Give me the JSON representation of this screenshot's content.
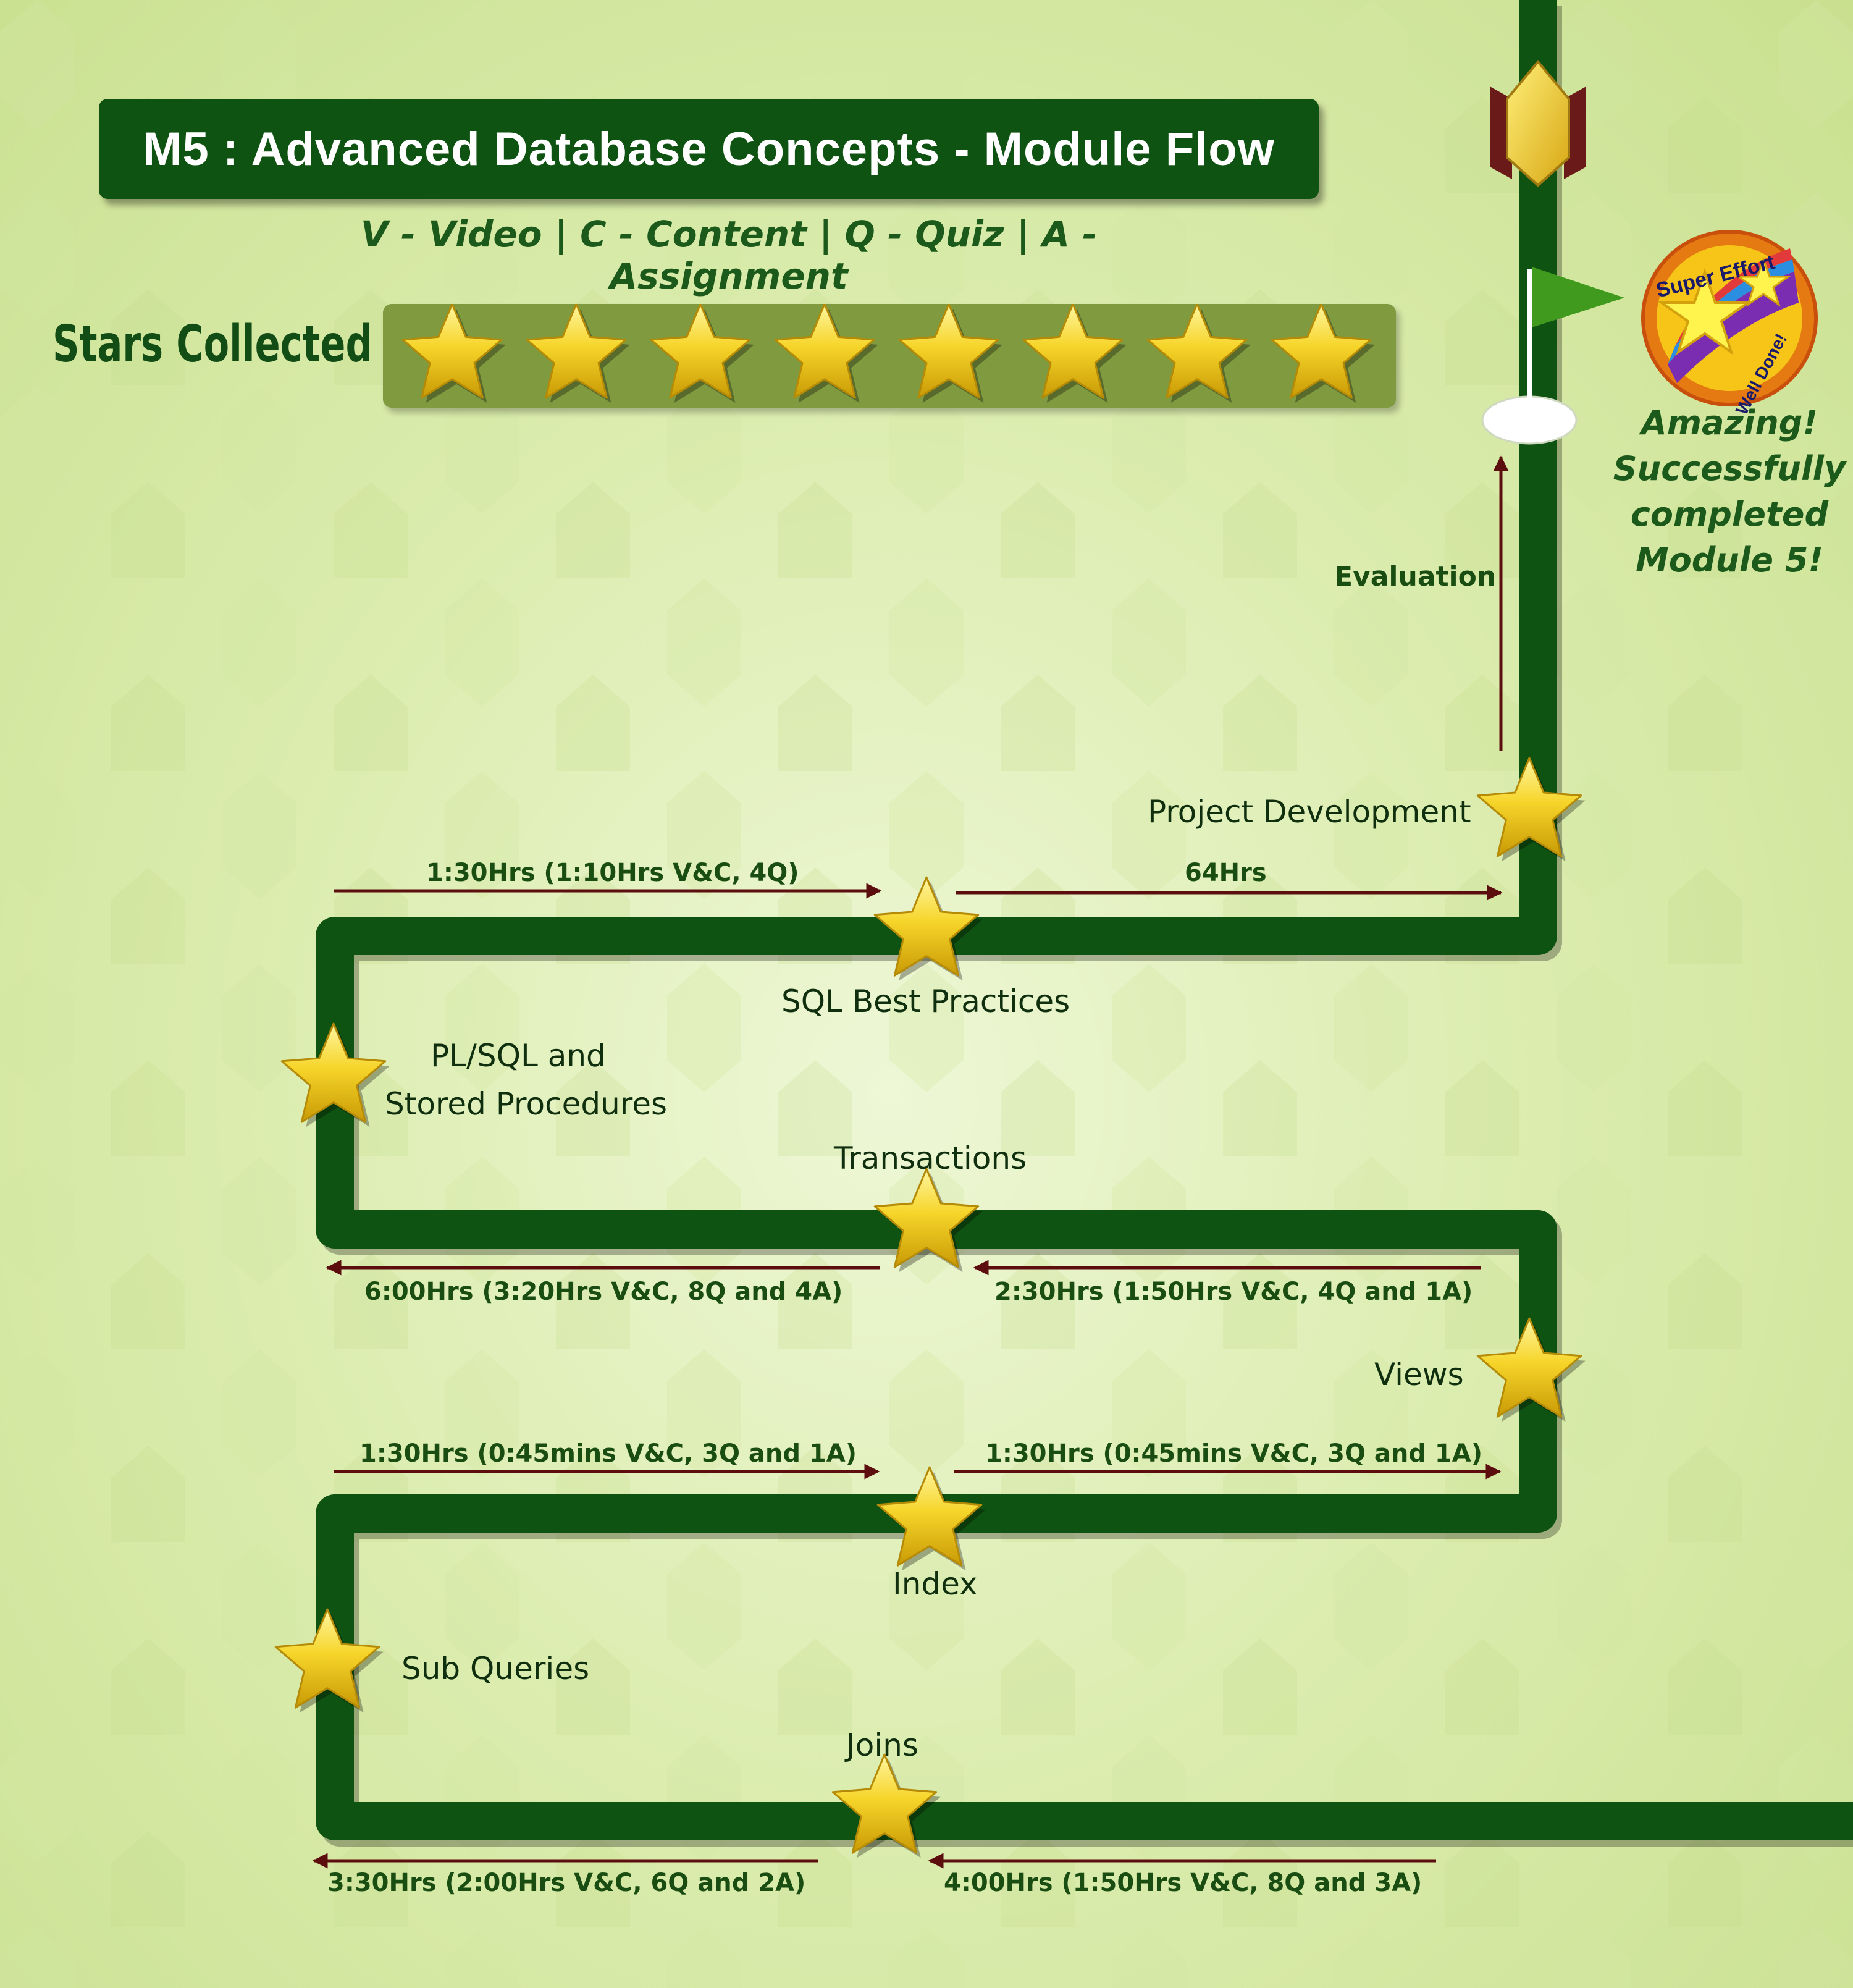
{
  "title": "M5 : Advanced Database Concepts - Module Flow",
  "legend": "V - Video | C - Content | Q - Quiz | A - Assignment",
  "stars_label": "Stars Collected",
  "stars_collected": 8,
  "badge": {
    "top_text": "Super Effort",
    "bottom_text": "Well Done!"
  },
  "completion_message": [
    "Amazing!",
    "Successfully",
    "completed",
    "Module 5!"
  ],
  "milestones": [
    {
      "name": "Joins"
    },
    {
      "name": "Sub Queries"
    },
    {
      "name": "Index"
    },
    {
      "name": "Views"
    },
    {
      "name": "Transactions"
    },
    {
      "name": "PL/SQL and",
      "name2": "Stored Procedures"
    },
    {
      "name": "SQL Best Practices"
    },
    {
      "name": "Project Development"
    }
  ],
  "durations": [
    "4:00Hrs (1:50Hrs V&C, 8Q and 3A)",
    "3:30Hrs (2:00Hrs V&C, 6Q and 2A)",
    "1:30Hrs (0:45mins V&C, 3Q and 1A)",
    "1:30Hrs (0:45mins V&C, 3Q and 1A)",
    "2:30Hrs (1:50Hrs V&C, 4Q and 1A)",
    "6:00Hrs (3:20Hrs V&C, 8Q and 4A)",
    "1:30Hrs (1:10Hrs V&C, 4Q)",
    "64Hrs"
  ],
  "evaluation_label": "Evaluation",
  "colors": {
    "path": "#0f5312",
    "arrow": "#5c0e0e",
    "star": "#f2cf1d",
    "flag": "#3f9a1e",
    "title_bg": "#0f5312"
  }
}
